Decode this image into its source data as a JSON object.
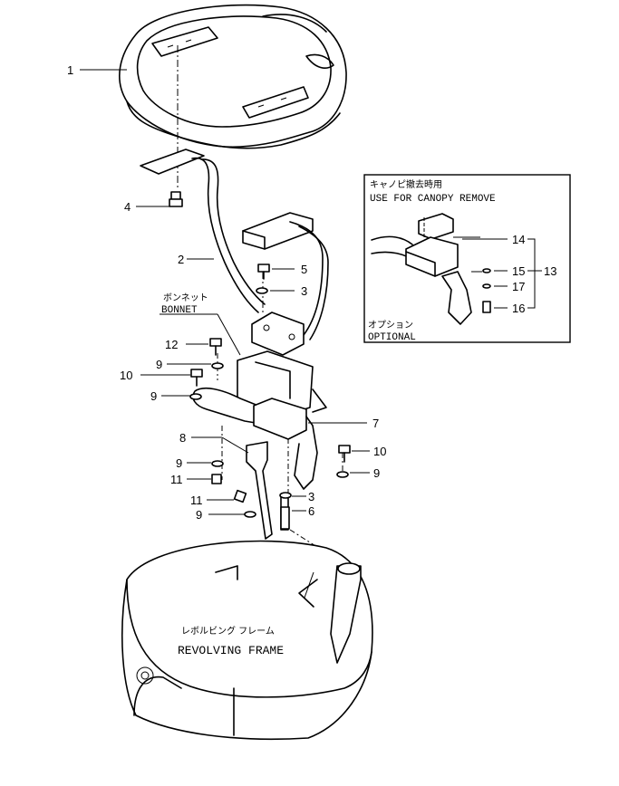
{
  "callouts": {
    "c1": "1",
    "c2": "2",
    "c3a": "3",
    "c3b": "3",
    "c4": "4",
    "c5": "5",
    "c6": "6",
    "c7": "7",
    "c8": "8",
    "c9a": "9",
    "c9b": "9",
    "c9c": "9",
    "c9d": "9",
    "c9e": "9",
    "c10a": "10",
    "c10b": "10",
    "c11a": "11",
    "c11b": "11",
    "c12": "12",
    "c13": "13",
    "c14": "14",
    "c15": "15",
    "c16": "16",
    "c17": "17"
  },
  "labels": {
    "bonnet_jp": "ボンネット",
    "bonnet_en": "BONNET",
    "frame_jp": "レボルビング フレーム",
    "frame_en": "REVOLVING FRAME"
  },
  "inset": {
    "title_jp": "キャノピ撤去時用",
    "title_en": "USE FOR CANOPY REMOVE",
    "option_jp": "オプション",
    "option_en": "OPTIONAL"
  }
}
